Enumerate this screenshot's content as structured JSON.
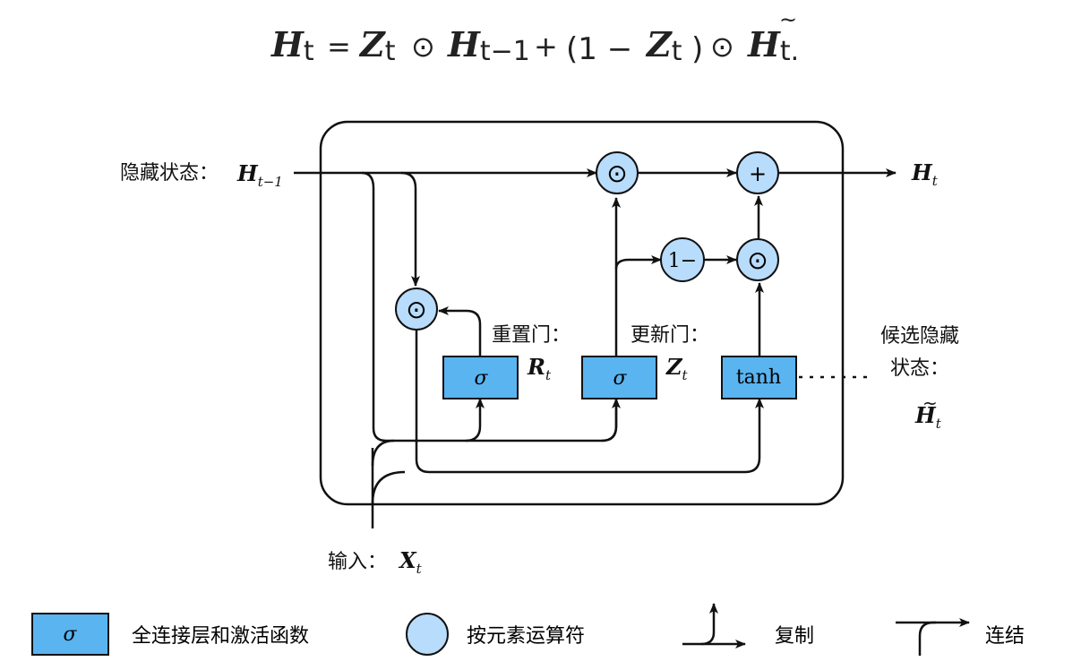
{
  "equation": {
    "lhs_symbol": "H",
    "lhs_sub": "t",
    "equals": "=",
    "z_symbol": "Z",
    "z_sub": "t",
    "odot": "⊙",
    "h_prev_symbol": "H",
    "h_prev_sub": "t−1",
    "plus": "+",
    "one_minus_open": "(1 −",
    "z2_symbol": "Z",
    "z2_sub": "t",
    "close_paren": ")",
    "odot2": "⊙",
    "h_cand_symbol": "H",
    "h_cand_tilde": "~",
    "h_cand_sub": "t",
    "period": "."
  },
  "labels": {
    "hidden_state_prefix": "隐藏状态：",
    "h_prev_symbol": "H",
    "h_prev_sub": "t−1",
    "h_out_symbol": "H",
    "h_out_sub": "t",
    "reset_gate": "重置门：",
    "r_symbol": "R",
    "r_sub": "t",
    "update_gate": "更新门：",
    "z_symbol": "Z",
    "z_sub": "t",
    "candidate_line1": "候选隐藏",
    "candidate_line2": "状态：",
    "cand_tilde": "~",
    "cand_symbol": "H",
    "cand_sub": "t",
    "input_prefix": "输入：",
    "x_symbol": "X",
    "x_sub": "t"
  },
  "nodes": {
    "sigma_reset": "σ",
    "sigma_update": "σ",
    "tanh": "tanh",
    "odot_top": "⊙",
    "plus_top": "+",
    "one_minus": "1−",
    "odot_mid": "⊙",
    "odot_reset": "⊙"
  },
  "legend": {
    "fc_symbol": "σ",
    "fc_label": "全连接层和激活函数",
    "elementwise_label": "按元素运算符",
    "copy_label": "复制",
    "concat_label": "连结"
  },
  "colors": {
    "box_fill": "#5ab4f0",
    "circle_fill": "#b8dcfb",
    "stroke": "#111111"
  }
}
